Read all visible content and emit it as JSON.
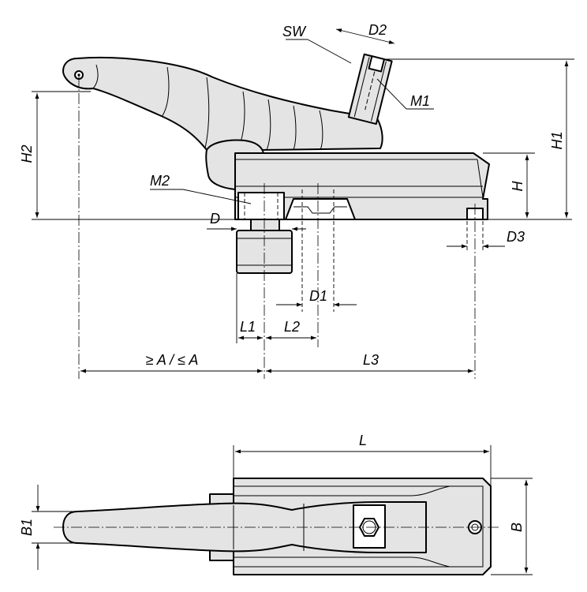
{
  "labels": {
    "sw": "SW",
    "d2": "D2",
    "m1": "M1",
    "h1": "H1",
    "h2": "H2",
    "h": "H",
    "m2": "M2",
    "d": "D",
    "d3": "D3",
    "d1": "D1",
    "l1": "L1",
    "l2": "L2",
    "a": "≥ A / ≤ A",
    "l3": "L3",
    "l": "L",
    "b1": "B1",
    "b": "B"
  },
  "colors": {
    "part_fill": "#e4e4e4",
    "line": "#000000",
    "background": "#ffffff"
  }
}
